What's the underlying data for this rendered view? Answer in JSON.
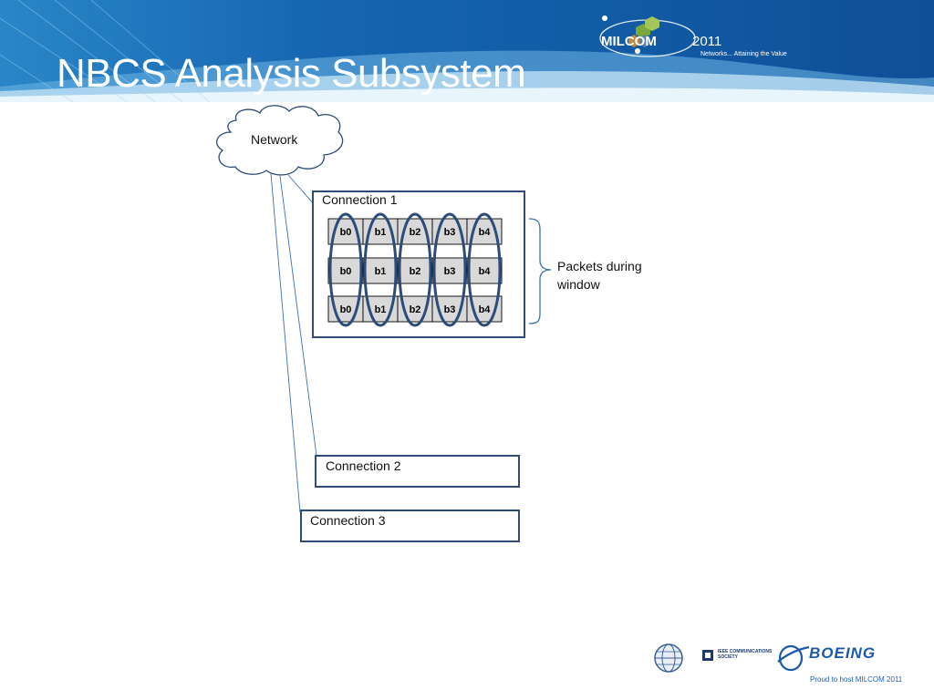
{
  "slide": {
    "title": "NBCS Analysis Subsystem"
  },
  "header_logo": {
    "name": "MILCOM",
    "year": "2011",
    "tagline": "Networks... Attaining the Value"
  },
  "diagram": {
    "network_label": "Network",
    "connections": [
      {
        "label": "Connection 1"
      },
      {
        "label": "Connection 2"
      },
      {
        "label": "Connection 3"
      }
    ],
    "packet_rows": [
      [
        "b0",
        "b1",
        "b2",
        "b3",
        "b4"
      ],
      [
        "b0",
        "b1",
        "b2",
        "b3",
        "b4"
      ],
      [
        "b0",
        "b1",
        "b2",
        "b3",
        "b4"
      ]
    ],
    "brace_label": "Packets during window"
  },
  "footer": {
    "ieee_text": "IEEE COMMUNICATIONS SOCIETY",
    "boeing_text": "BOEING",
    "proud_text": "Proud to host MILCOM 2011"
  },
  "colors": {
    "header_blue": "#1a5fa8",
    "box_border": "#2f4b7a",
    "ellipse": "#2c4c7c",
    "line": "#3b6fb0"
  }
}
